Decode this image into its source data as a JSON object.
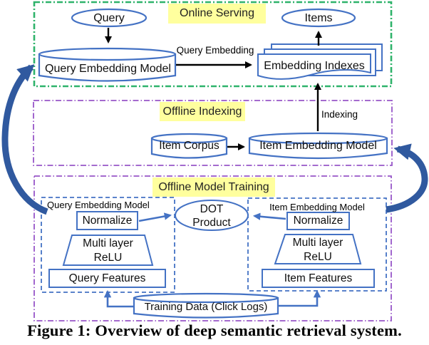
{
  "figure": {
    "caption": "Figure 1: Overview of deep semantic retrieval system."
  },
  "sections": {
    "online_serving": "Online Serving",
    "offline_indexing": "Offline Indexing",
    "offline_model_training": "Offline Model Training"
  },
  "nodes": {
    "query": "Query",
    "items": "Items",
    "query_embedding_model": "Query Embedding Model",
    "embedding_indexes": "Embedding Indexes",
    "item_corpus": "Item Corpus",
    "item_embedding_model": "Item Embedding Model",
    "dot_product": {
      "line1": "DOT",
      "line2": "Product"
    },
    "query_tower_title": "Query Embedding Model",
    "item_tower_title": "Item Embedding Model",
    "normalize": "Normalize",
    "mlp": {
      "line1": "Multi layer",
      "line2": "ReLU"
    },
    "query_features": "Query Features",
    "item_features": "Item Features",
    "training_data": "Training Data (Click Logs)"
  },
  "edges": {
    "query_embedding": "Query Embedding",
    "indexing": "Indexing"
  },
  "colors": {
    "shape_stroke": "#4472C4",
    "flow_arrow": "#30599F",
    "online_border": "#2FB36B",
    "offline_border": "#9755C8",
    "label_bg": "#FFFF9E",
    "text": "#000000"
  }
}
